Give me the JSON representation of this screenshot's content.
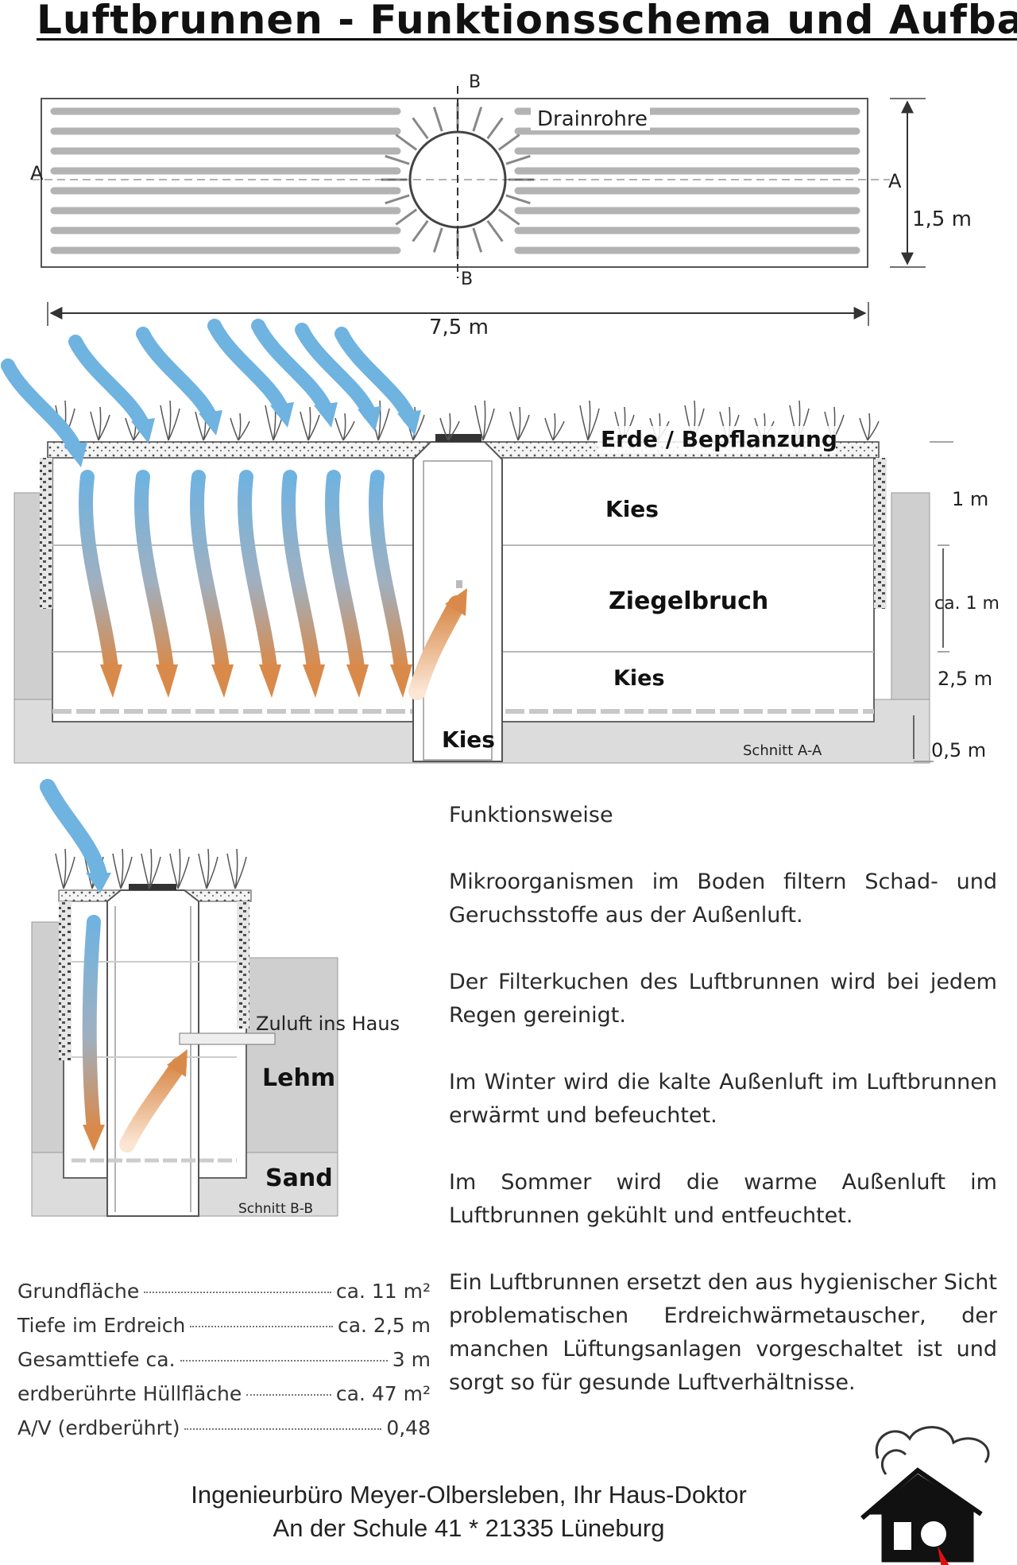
{
  "title": "Luftbrunnen - Funktionsschema und Aufbau",
  "plan": {
    "label_drain": "Drainrohre",
    "label_a_left": "A",
    "label_a_right": "A",
    "label_b_top": "B",
    "label_b_bottom": "B",
    "dim_width": "1,5 m",
    "dim_length": "7,5 m"
  },
  "section_aa": {
    "label_soil": "Erde / Bepflanzung",
    "label_kies_top": "Kies",
    "label_ziegel": "Ziegelbruch",
    "label_kies_mid": "Kies",
    "label_kies_shaft": "Kies",
    "label_section": "Schnitt A-A",
    "dim_1m": "1 m",
    "dim_ca1m": "ca. 1 m",
    "dim_25m": "2,5 m",
    "dim_05m": "0,5 m"
  },
  "section_bb": {
    "label_zuluft": "Zuluft ins Haus",
    "label_lehm": "Lehm",
    "label_sand": "Sand",
    "label_section": "Schnitt B-B"
  },
  "description": {
    "heading": "Funktionsweise",
    "paragraphs": [
      "Mikroorganismen im Boden filtern Schad- und Geruchsstoffe aus der Außenluft.",
      "Der Filterkuchen des Luftbrunnen wird bei jedem Regen gereinigt.",
      "Im Winter wird die kalte Außenluft im Luftbrunnen erwärmt und befeuchtet.",
      "Im Sommer wird die warme Außenluft im Luftbrunnen gekühlt und entfeuchtet.",
      "Ein Luftbrunnen ersetzt den aus hygienischer Sicht problematischen Erdreichwärmetauscher, der manchen Lüftungsanlagen vorgeschaltet ist und sorgt so für gesunde Luftverhältnisse."
    ]
  },
  "stats": [
    {
      "label": "Grundfläche",
      "value": "ca. 11 m²"
    },
    {
      "label": "Tiefe im Erdreich",
      "value": "ca. 2,5 m"
    },
    {
      "label": "Gesamttiefe ca.",
      "value": "3 m"
    },
    {
      "label": "erdberührte Hüllfläche",
      "value": "ca. 47 m²"
    },
    {
      "label": "A/V (erdberührt)",
      "value": "0,48"
    }
  ],
  "footer": {
    "line1": "Ingenieurbüro Meyer-Olbersleben, Ihr Haus-Doktor",
    "line2": "An der Schule 41  *  21335 Lüneburg"
  },
  "colors": {
    "arrow_blue": "#6fb3e0",
    "arrow_orange": "#d98a4a",
    "ground_gray": "#cfcfcf",
    "line_gray": "#888888"
  }
}
